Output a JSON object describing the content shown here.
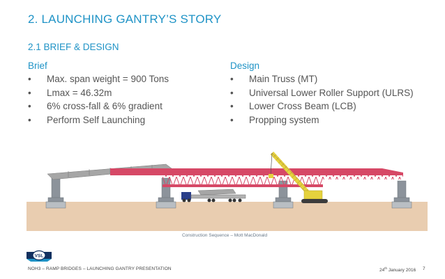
{
  "slide": {
    "title": "2. LAUNCHING GANTRY’S STORY",
    "subtitle": "2.1 BRIEF & DESIGN",
    "bullet_glyph": "•"
  },
  "brief": {
    "heading": "Brief",
    "items": [
      "Max. span weight = 900 Tons",
      "Lmax = 46.32m",
      "6% cross-fall & 6% gradient",
      "Perform Self Launching"
    ]
  },
  "design": {
    "heading": "Design",
    "items": [
      "Main Truss (MT)",
      "Universal Lower Roller Support (ULRS)",
      "Lower Cross Beam (LCB)",
      "Propping system"
    ]
  },
  "figure": {
    "caption": "Construction Sequence – Mott MacDonald",
    "colors": {
      "ground": "#e9cdb0",
      "truss": "#d64866",
      "deck": "#a6a6a6",
      "pier": "#8c939b",
      "crane": "#e5d23d",
      "truck": "#2a3f8a"
    }
  },
  "footer": {
    "logo_text": "VSL",
    "presentation": "NOH3 – RAMP BRIDGES – LAUNCHING GANTRY PRESENTATION",
    "date_day": "24",
    "date_suffix": "th",
    "date_rest": "January 2016",
    "page": "7"
  },
  "colors": {
    "accent": "#1f93c6",
    "body_text": "#555555"
  }
}
